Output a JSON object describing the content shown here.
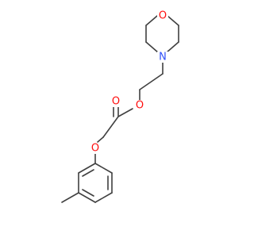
{
  "molecule": {
    "atoms": [
      {
        "id": "O_ring",
        "symbol": "O",
        "color": "#ff0d0d"
      },
      {
        "id": "N_ring",
        "symbol": "N",
        "color": "#3050f8"
      },
      {
        "id": "O_ester",
        "symbol": "O",
        "color": "#ff0d0d"
      },
      {
        "id": "O_carbonyl",
        "symbol": "O",
        "color": "#ff0d0d"
      },
      {
        "id": "O_ether",
        "symbol": "O",
        "color": "#ff0d0d"
      }
    ],
    "bond_color": "#404040"
  }
}
